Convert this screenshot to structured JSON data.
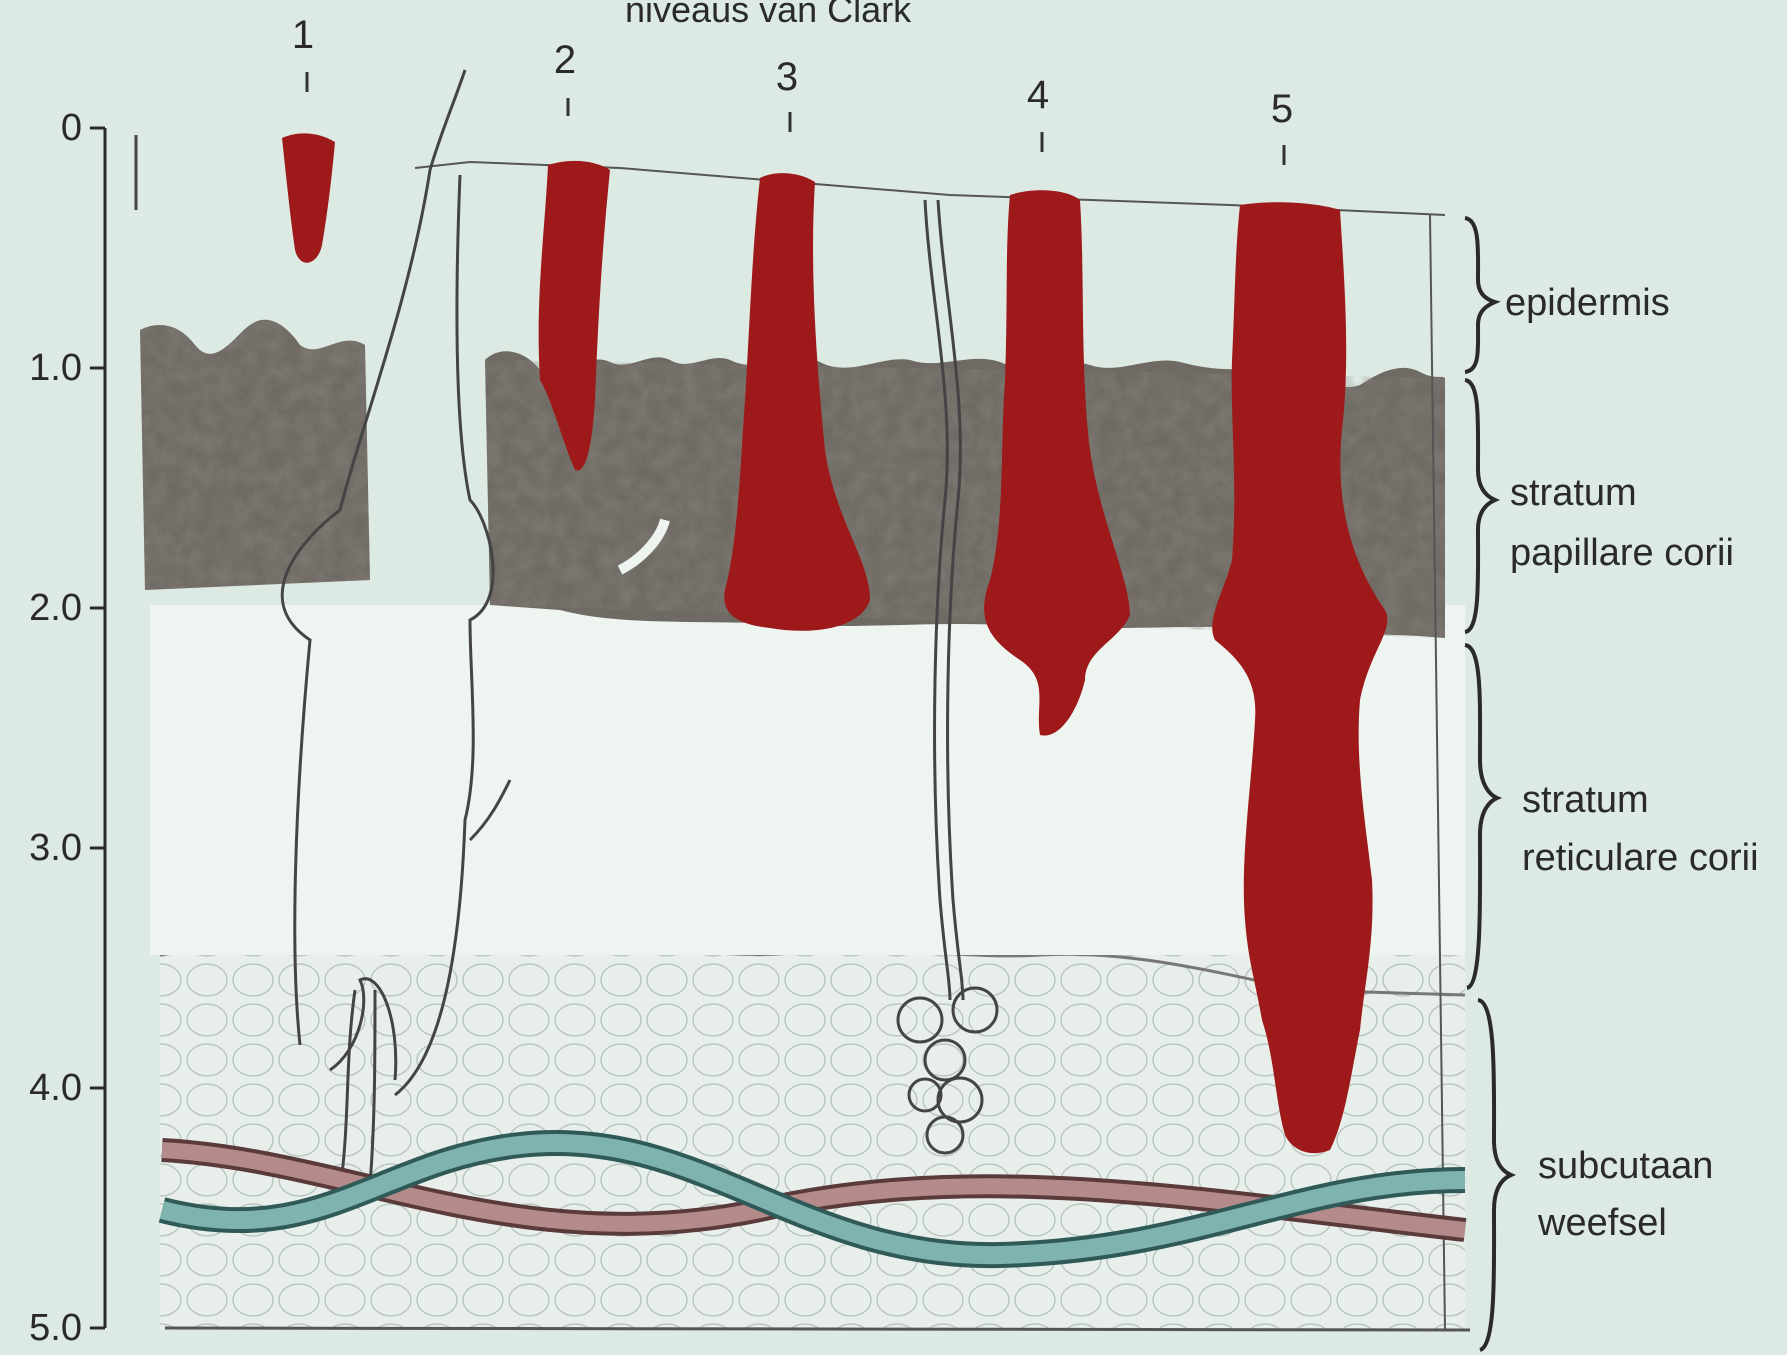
{
  "title": "niveaus van Clark",
  "depth_axis": {
    "ticks": [
      "0",
      "1.0",
      "2.0",
      "3.0",
      "4.0",
      "5.0"
    ]
  },
  "levels": [
    "1",
    "2",
    "3",
    "4",
    "5"
  ],
  "layers": [
    {
      "lines": [
        "epidermis"
      ]
    },
    {
      "lines": [
        "stratum",
        "papillare corii"
      ]
    },
    {
      "lines": [
        "stratum",
        "reticulare corii"
      ]
    },
    {
      "lines": [
        "subcutaan",
        "weefsel"
      ]
    }
  ],
  "colors": {
    "background": "#dde9e3",
    "tumor": "#9e1a1a",
    "papillary_dermis": "#6f6a63",
    "artery": "#b58a8a",
    "vein": "#7fb3b0",
    "ink": "#2a2a2a"
  }
}
